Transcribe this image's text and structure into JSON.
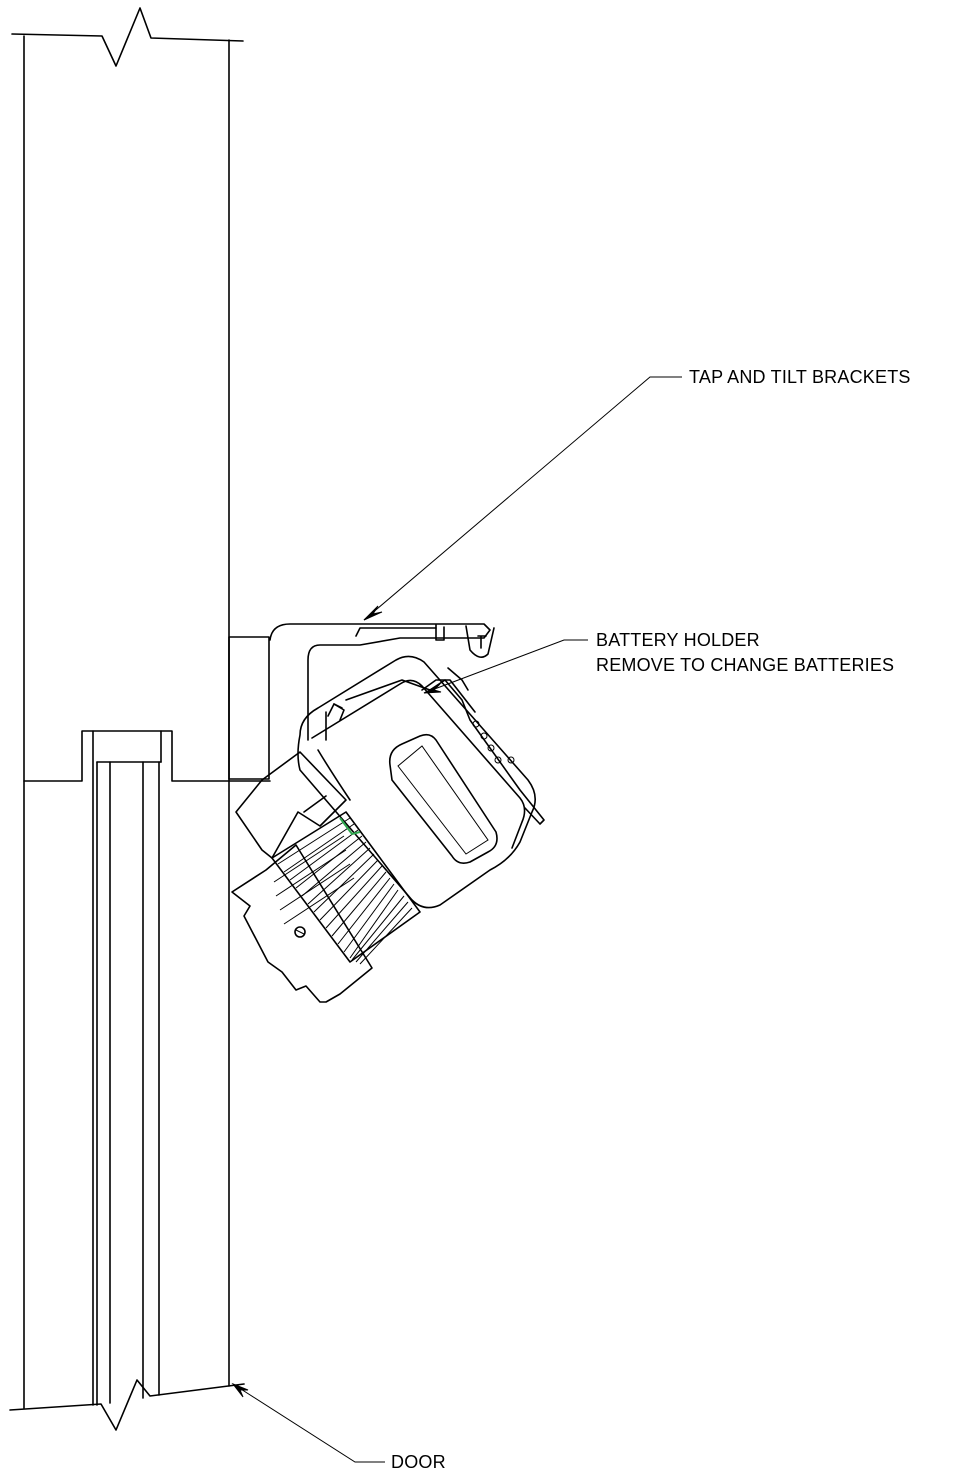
{
  "callouts": {
    "tap_tilt": "TAP AND TILT BRACKETS",
    "battery_line1": "BATTERY HOLDER",
    "battery_line2": "REMOVE TO CHANGE BATTERIES",
    "door": "DOOR"
  },
  "colors": {
    "line": "#000000",
    "indicator": "#2fa84f",
    "background": "#ffffff"
  }
}
